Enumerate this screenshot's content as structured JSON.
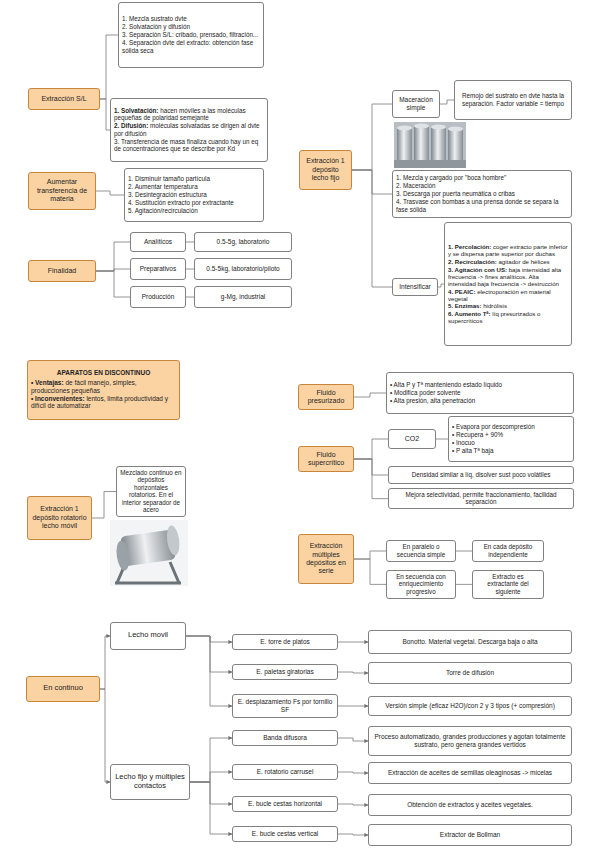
{
  "diagram": {
    "nodes": [
      {
        "text": [
          "Extracción S/L"
        ]
      },
      {
        "text": [
          "1. Mezcla sustrato dvte",
          "2. Solvatación y difusión",
          "3. Separación S/L: cribado, prensado, filtración...",
          "4. Separación dvte del extracto: obtención fase sólida seca"
        ]
      },
      {
        "text": [
          "1. Solvatación: hacen móviles a las moléculas pequeñas de polaridad semejante",
          "2. Difusión: moléculas solvatadas se dirigen al dvte por difusión",
          "3. Transferencia de masa finaliza cuando hay un eq de concentraciones que se describe por Kd"
        ]
      },
      {
        "text": [
          "Aumentar transferencia de materia"
        ]
      },
      {
        "text": [
          "1. Disminuir tamaño partícula",
          "2. Aumentar temperatura",
          "3. Desintegración estructura",
          "4. Sustitución extracto por extractante",
          "5. Agitación/recirculación"
        ]
      },
      {
        "text": [
          "Finalidad"
        ]
      },
      {
        "text": [
          "Analíticos"
        ]
      },
      {
        "text": [
          "0.5-5g, laboratorio"
        ]
      },
      {
        "text": [
          "Preparativos"
        ]
      },
      {
        "text": [
          "0.5-5kg, laboratorio/piloto"
        ]
      },
      {
        "text": [
          "Producción"
        ]
      },
      {
        "text": [
          "g-Mg, industrial"
        ]
      },
      {
        "text": [
          "Extracción 1 depósito lecho fijo"
        ]
      },
      {
        "text": [
          "Maceración simple"
        ]
      },
      {
        "text": [
          "Remojo del sustrato en dvte hasta la separación. Factor variable = tiempo"
        ]
      },
      {
        "text": [
          "1. Mezcla y cargado por \"boca hombre\"",
          "2. Maceración",
          "3. Descarga por puerta neumática o cribas",
          "4. Trasvase con bombas a una prensa donde se separa la fase sólida"
        ]
      },
      {
        "text": [
          "Intensificar"
        ]
      },
      {
        "text": [
          "1. Percolación: coger extracto parte inferior y se dispersa parte superior por duchas",
          "2. Recirculación: agitador de hélices",
          "3. Agitación con US: baja intensidad alta frecuencia -> fines analíticos. Alta intensidad baja frecuencia -> destrucción",
          "4. PEAIC: electroporación en material vegetal",
          "5. Enzimas: hidrólisis",
          "6. Aumento Tª: líq presurizados o supercríticos"
        ]
      },
      {
        "text": [
          "APARATOS EN DISCONTINUO",
          "• Ventajas: de fácil manejo, simples, producciones pequeñas",
          "• Inconvenientes: lentos, limita productividad y difícil de automatizar"
        ]
      },
      {
        "text": [
          "Extracción 1 depósito rotatorio lecho móvil"
        ]
      },
      {
        "text": [
          "Mezclado continuo en depósitos horizontales rotatorios. En el interior separador de acero"
        ]
      },
      {
        "text": [
          "Fluido presurizado"
        ]
      },
      {
        "text": [
          "• Alta P y Tª manteniendo estado líquido",
          "• Modifica poder solvente",
          "• Alta presión, alta penetración"
        ]
      },
      {
        "text": [
          "Fluido supercrítico"
        ]
      },
      {
        "text": [
          "CO2"
        ]
      },
      {
        "text": [
          "• Evapora por descompresión",
          "• Recupera + 90%",
          "• Inocuo",
          "• P alta Tª baja"
        ]
      },
      {
        "text": [
          "Densidad similar a líq, disolver sust poco volátiles"
        ]
      },
      {
        "text": [
          "Mejora selectividad, permite fraccionamiento, facilidad separación"
        ]
      },
      {
        "text": [
          "Extracción múltiples depósitos en serie"
        ]
      },
      {
        "text": [
          "En paralelo o secuencia simple"
        ]
      },
      {
        "text": [
          "En cada depósito independiente"
        ]
      },
      {
        "text": [
          "En secuencia con enriquecimiento progresivo"
        ]
      },
      {
        "text": [
          "Extracto es extractante del siguiente"
        ]
      },
      {
        "text": [
          "En continuo"
        ]
      },
      {
        "text": [
          "Lecho movil"
        ]
      },
      {
        "text": [
          "E. torre de platos"
        ]
      },
      {
        "text": [
          "Bonotto. Material vegetal. Descarga baja o alta"
        ]
      },
      {
        "text": [
          "E. paletas giratorias"
        ]
      },
      {
        "text": [
          "Torre de difusión"
        ]
      },
      {
        "text": [
          "E. desplazamiento Fs por tornillo SF"
        ]
      },
      {
        "text": [
          "Versión simple (eficaz H2O)/con 2 y 3 tipos (+ compresión)"
        ]
      },
      {
        "text": [
          "Lecho fijo y múltiples contactos"
        ]
      },
      {
        "text": [
          "Banda difusora"
        ]
      },
      {
        "text": [
          "Proceso automatizado, grandes producciones y agotan totalmente sustrato, pero genera grandes vertidos"
        ]
      },
      {
        "text": [
          "E. rotatorio carrusel"
        ]
      },
      {
        "text": [
          "Extracción de aceites de semillas oleaginosas -> micelas"
        ]
      },
      {
        "text": [
          "E. bucle cestas horizontal"
        ]
      },
      {
        "text": [
          "Obtención de extractos y aceites vegetales."
        ]
      },
      {
        "text": [
          "E. bucle cestas vertical"
        ]
      },
      {
        "text": [
          "Extractor de Bollman"
        ]
      }
    ],
    "edges": [
      {
        "from": 0,
        "to": 1,
        "arrow": "none"
      },
      {
        "from": 0,
        "to": 2,
        "arrow": "none"
      },
      {
        "from": 3,
        "to": 4,
        "arrow": "none"
      },
      {
        "from": 5,
        "to": 6,
        "arrow": "none"
      },
      {
        "from": 5,
        "to": 8,
        "arrow": "none"
      },
      {
        "from": 5,
        "to": 10,
        "arrow": "none"
      },
      {
        "from": 6,
        "to": 7,
        "arrow": "none"
      },
      {
        "from": 8,
        "to": 9,
        "arrow": "none"
      },
      {
        "from": 10,
        "to": 11,
        "arrow": "none"
      },
      {
        "from": 12,
        "to": 13,
        "arrow": "none"
      },
      {
        "from": 12,
        "to": 15,
        "arrow": "none"
      },
      {
        "from": 12,
        "to": 16,
        "arrow": "none"
      },
      {
        "from": 13,
        "to": 14,
        "arrow": "none"
      },
      {
        "from": 16,
        "to": 17,
        "arrow": "none"
      },
      {
        "from": 19,
        "to": 20,
        "arrow": "none"
      },
      {
        "from": 21,
        "to": 22,
        "arrow": "none"
      },
      {
        "from": 23,
        "to": 24,
        "arrow": "none"
      },
      {
        "from": 23,
        "to": 26,
        "arrow": "none"
      },
      {
        "from": 23,
        "to": 27,
        "arrow": "none"
      },
      {
        "from": 24,
        "to": 25,
        "arrow": "none"
      },
      {
        "from": 28,
        "to": 29,
        "arrow": "none"
      },
      {
        "from": 28,
        "to": 31,
        "arrow": "none"
      },
      {
        "from": 29,
        "to": 30,
        "arrow": "none"
      },
      {
        "from": 31,
        "to": 32,
        "arrow": "none"
      },
      {
        "from": 33,
        "to": 34,
        "arrow": "to"
      },
      {
        "from": 33,
        "to": 41,
        "arrow": "to"
      },
      {
        "from": 34,
        "to": 35,
        "arrow": "to"
      },
      {
        "from": 34,
        "to": 37,
        "arrow": "to"
      },
      {
        "from": 34,
        "to": 39,
        "arrow": "to"
      },
      {
        "from": 41,
        "to": 42,
        "arrow": "to"
      },
      {
        "from": 41,
        "to": 44,
        "arrow": "to"
      },
      {
        "from": 41,
        "to": 46,
        "arrow": "to"
      },
      {
        "from": 41,
        "to": 48,
        "arrow": "to"
      },
      {
        "from": 35,
        "to": 36,
        "arrow": "to"
      },
      {
        "from": 37,
        "to": 38,
        "arrow": "to"
      },
      {
        "from": 39,
        "to": 40,
        "arrow": "to"
      },
      {
        "from": 42,
        "to": 43,
        "arrow": "to"
      },
      {
        "from": 44,
        "to": 45,
        "arrow": "to"
      },
      {
        "from": 46,
        "to": 47,
        "arrow": "to"
      },
      {
        "from": 48,
        "to": 49,
        "arrow": "to"
      }
    ]
  }
}
